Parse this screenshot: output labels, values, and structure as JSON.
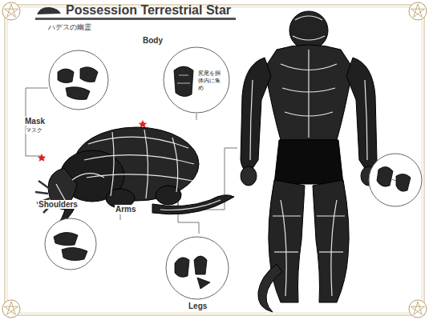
{
  "diagram": {
    "title": "Possession Terrestrial Star",
    "nodes": [
      {
        "text": [
          "Mask",
          "マスク"
        ]
      },
      {
        "text": [
          "Body",
          "尻尾を胴体内に集め"
        ]
      },
      {
        "text": [
          "Shoulders"
        ]
      },
      {
        "text": [
          "Legs"
        ]
      }
    ],
    "labels": [
      "ハデスの幽霊",
      "Arms"
    ]
  }
}
